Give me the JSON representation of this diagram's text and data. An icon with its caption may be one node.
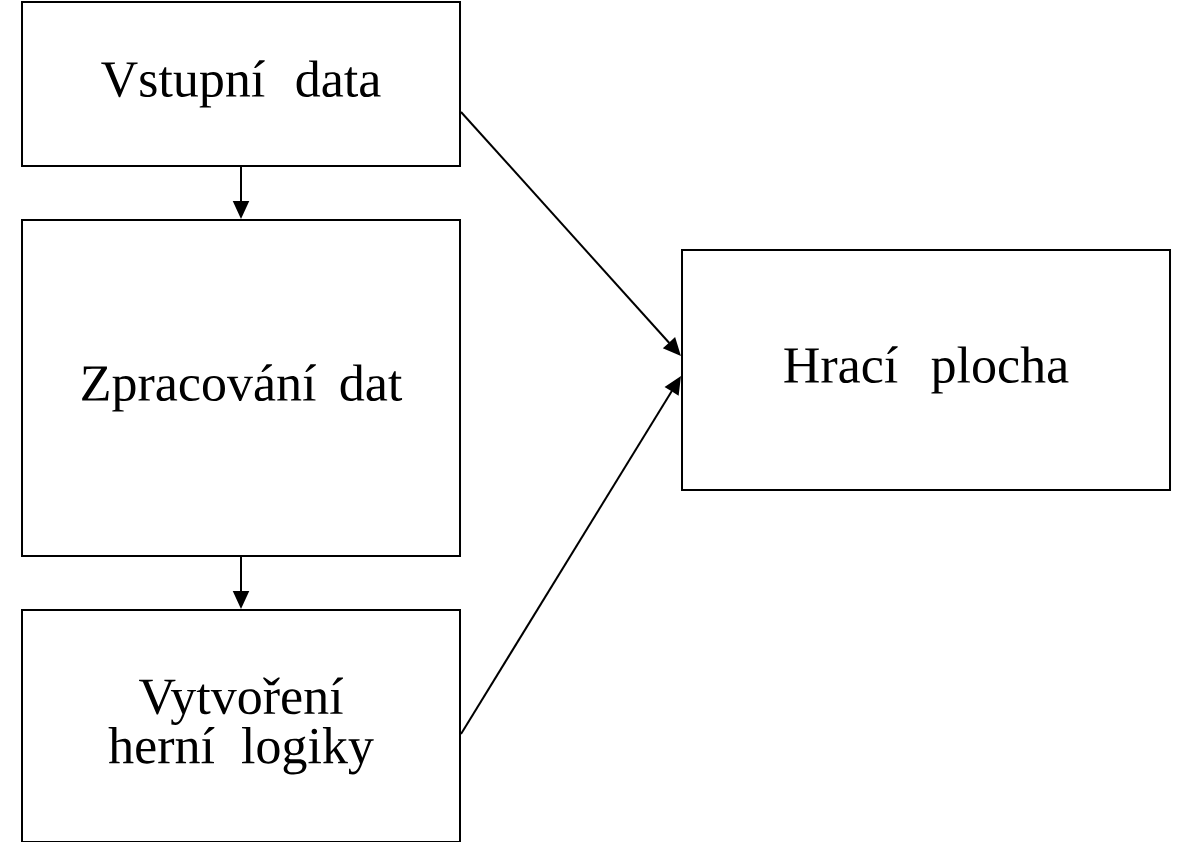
{
  "diagram": {
    "nodes": [
      {
        "text": [
          "Vstupní data"
        ]
      },
      {
        "text": [
          "Zpracování dat"
        ]
      },
      {
        "text": [
          "Vytvoření herní logiky"
        ]
      },
      {
        "text": [
          "Hrací plocha"
        ]
      }
    ],
    "edges": [
      {
        "from": 0,
        "to": 1,
        "arrow": "to"
      },
      {
        "from": 1,
        "to": 2,
        "arrow": "to"
      },
      {
        "from": 0,
        "to": 3,
        "arrow": "to"
      },
      {
        "from": 2,
        "to": 3,
        "arrow": "to"
      }
    ]
  }
}
